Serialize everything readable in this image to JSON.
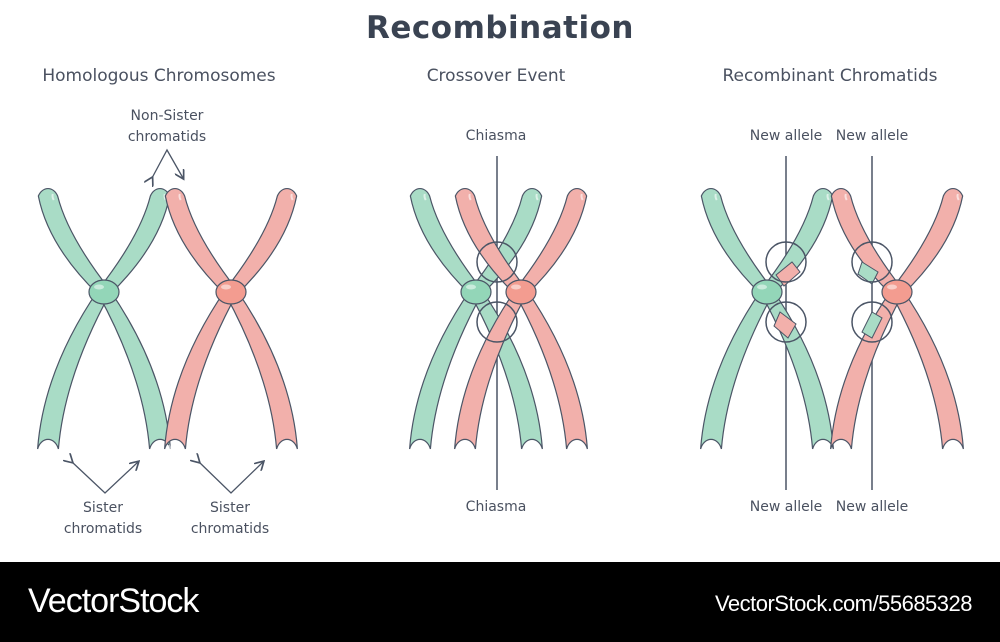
{
  "title": "Recombination",
  "colors": {
    "green_fill": "#a9dcc6",
    "green_centromere": "#93d6b8",
    "red_fill": "#f2b0ab",
    "red_centromere": "#f39c90",
    "outline": "#4b5566",
    "text": "#4a5160"
  },
  "panels": [
    {
      "title": "Homologous Chromosomes",
      "labels": {
        "non_sister": [
          "Non-Sister",
          "chromatids"
        ],
        "sister_left": [
          "Sister",
          "chromatids"
        ],
        "sister_right": [
          "Sister",
          "chromatids"
        ]
      }
    },
    {
      "title": "Crossover Event",
      "labels": {
        "top": "Chiasma",
        "bottom": "Chiasma"
      }
    },
    {
      "title": "Recombinant Chromatids",
      "labels": {
        "top_left": "New allele",
        "top_right": "New allele",
        "bottom_left": "New allele",
        "bottom_right": "New allele"
      }
    }
  ],
  "footer": {
    "brand": "VectorStock",
    "ref": "VectorStock.com/55685328"
  }
}
